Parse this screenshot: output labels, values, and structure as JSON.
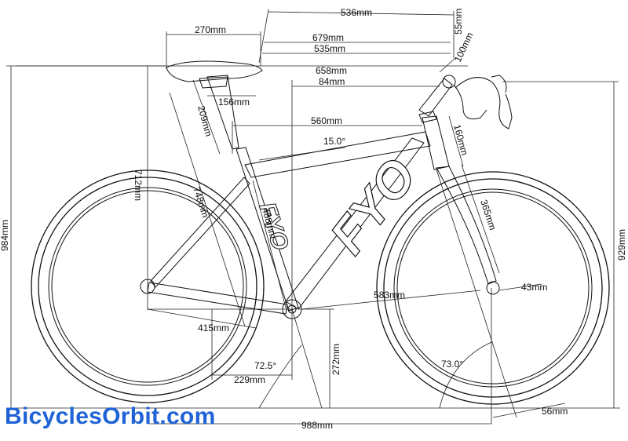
{
  "brand_decal": "FYO",
  "watermark": "BicyclesOrbit.com",
  "accent_color": "#1f63d6",
  "measurements": {
    "stack_top": "536mm",
    "saddle_width": "270mm",
    "reach_to_bars": "679mm",
    "saddle_to_bars": "535mm",
    "drop_55": "55mm",
    "stem_100": "100mm",
    "top_658": "658mm",
    "setback_84": "84mm",
    "post_156": "156mm",
    "post_209": "209mm",
    "effective_top_tube": "560mm",
    "angle_15": "15.0°",
    "headtube_160": "160mm",
    "saddle_height_712": "712mm",
    "seat_tube_748": "748mm",
    "seat_tube_488": "488mm",
    "fork_365": "365mm",
    "rider_height_984": "984mm",
    "bar_height_929": "929mm",
    "wheelbase_front_583": "583mm",
    "offset_43": "43mm",
    "chainstay_415": "415mm",
    "seat_angle": "72.5°",
    "bb_to_rear_229": "229mm",
    "bb_height_272": "272mm",
    "head_angle": "73.0°",
    "trail_56": "56mm",
    "wheelbase_988": "988mm"
  }
}
